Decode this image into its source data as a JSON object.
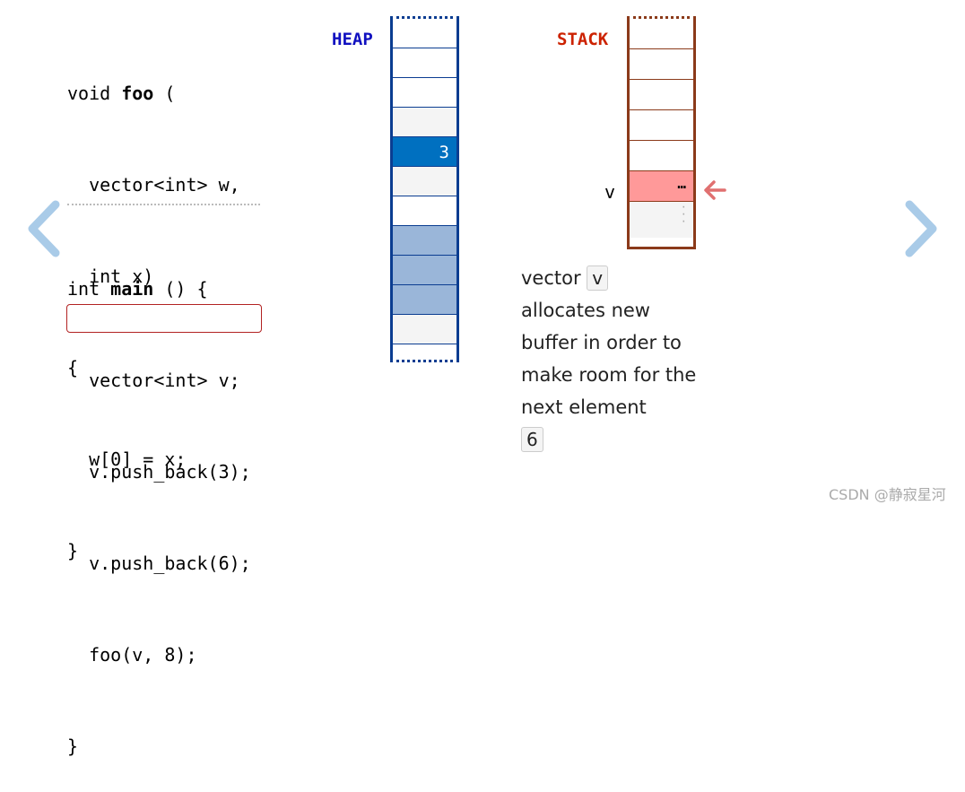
{
  "code": {
    "foo": {
      "l1": {
        "kw": "void ",
        "name": "foo",
        "rest": " ("
      },
      "l2": "  vector<int> w,",
      "l3": "  int x)",
      "l4": "{",
      "l5": "  w[0] = x;",
      "l6": "}"
    },
    "main": {
      "l1": {
        "kw": "int ",
        "name": "main",
        "rest": " () {"
      },
      "l2": "  vector<int> v;",
      "l3": "  v.push_back(3);",
      "l4": "  v.push_back(6);",
      "l5": "  foo(v, 8);",
      "l6": "}"
    },
    "highlighted_line": "v.push_back(6);"
  },
  "heap": {
    "label": "HEAP",
    "cells": [
      {
        "style": "white",
        "value": ""
      },
      {
        "style": "white",
        "value": ""
      },
      {
        "style": "white",
        "value": ""
      },
      {
        "style": "gray",
        "value": ""
      },
      {
        "style": "blue",
        "value": "3"
      },
      {
        "style": "gray",
        "value": ""
      },
      {
        "style": "white",
        "value": ""
      },
      {
        "style": "lightblue",
        "value": ""
      },
      {
        "style": "lightblue",
        "value": ""
      },
      {
        "style": "lightblue",
        "value": ""
      },
      {
        "style": "gray",
        "value": ""
      }
    ],
    "colors": {
      "border": "#0b3d91",
      "filled": "#0070c0",
      "allocated": "#9ab6d9"
    }
  },
  "stack": {
    "label": "STACK",
    "var_label": "v",
    "var_value": "…",
    "colors": {
      "border": "#8b3a1a",
      "active": "#ff9999",
      "arrow": "#e07070"
    }
  },
  "explanation": {
    "pre": "vector ",
    "var": "v",
    "body": "allocates new buffer in order to make room for the next element",
    "value": "6"
  },
  "nav": {
    "prev_icon": "chevron-left-icon",
    "next_icon": "chevron-right-icon",
    "color": "#a9cbe8"
  },
  "watermark": "CSDN @静寂星河"
}
